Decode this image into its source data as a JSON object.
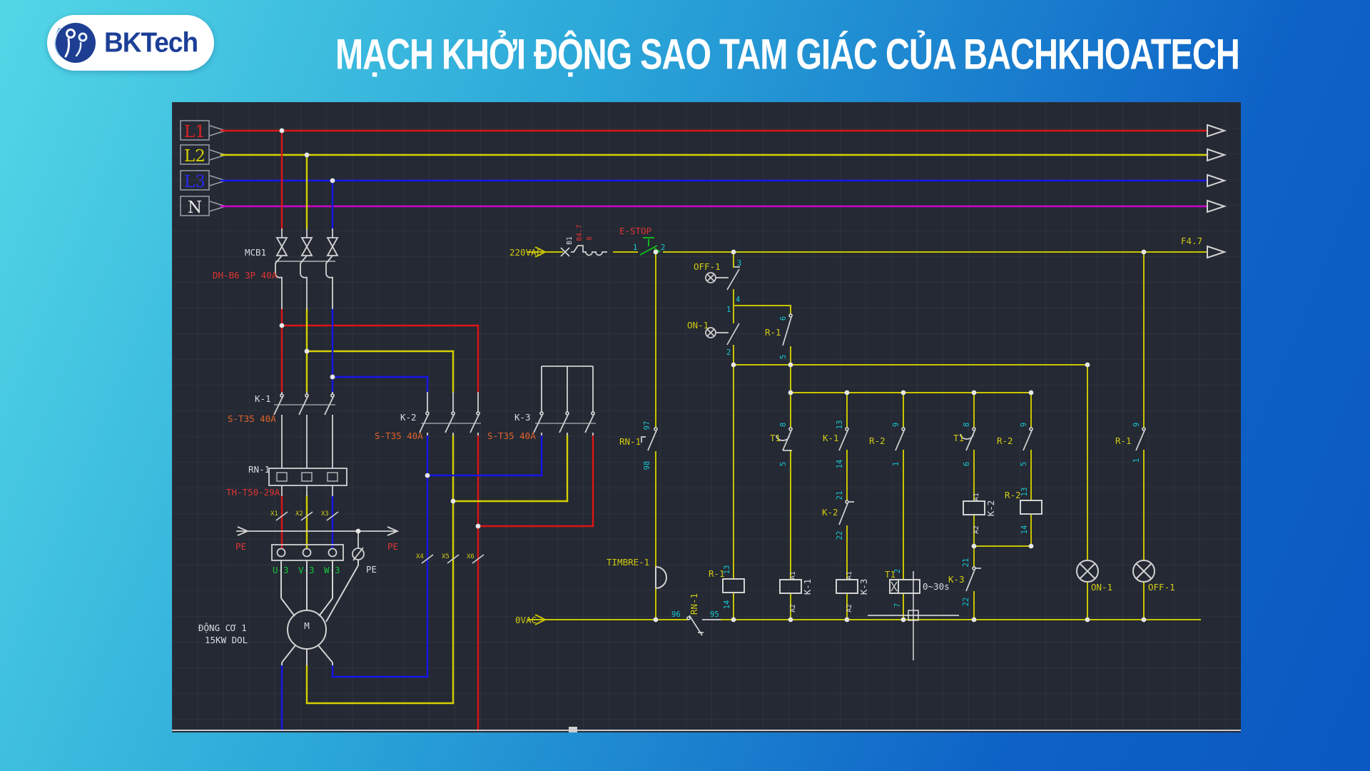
{
  "header": {
    "logo": "BKTech",
    "title": "MẠCH KHỞI ĐỘNG SAO TAM GIÁC CỦA BACHKHOATECH"
  },
  "colors": {
    "phase_l1": "#dd1414",
    "phase_l2": "#d6d000",
    "phase_l3": "#1616e8",
    "neutral": "#cc00cc",
    "control": "#c9c400",
    "white_wire": "#d2d2d2",
    "pin_cyan": "#17c8d2",
    "estop_green": "#14b41e",
    "canvas_bg": "#242933"
  },
  "src": {
    "l1": "L1",
    "l2": "L2",
    "l3": "L3",
    "n": "N"
  },
  "dev": {
    "v220": "220VAC",
    "v0": "0VAC",
    "f47": "F4.7",
    "mcb": "MCB1",
    "mcbType": "DH-B6 3P 40A",
    "k1": "K-1",
    "k2": "K-2",
    "k3": "K-3",
    "kType": "S-T35 40A",
    "rn1": "RN-1",
    "rn1Type": "TH-T50-29A",
    "estop": "E-STOP",
    "off1": "OFF-1",
    "on1": "ON-1",
    "r1": "R-1",
    "r2": "R-2",
    "t1": "T1",
    "timerRange": "0~30s",
    "timbre": "TIMBRE-1",
    "fuseName": "B1",
    "fuseType": "B4.7",
    "fuseAmp": "8",
    "pe": "PE",
    "u3": "U-3",
    "v3": "V-3",
    "w3": "W-3",
    "x1": "X1",
    "x2": "X2",
    "x3": "X3",
    "x4": "X4",
    "x5": "X5",
    "x6": "X6",
    "motorName": "ĐỘNG CƠ 1",
    "motorRating": "15KW DOL",
    "motorSymbol": "M"
  },
  "pin": {
    "n1": "1",
    "n2": "2",
    "n3": "3",
    "n4": "4",
    "n5": "5",
    "n6": "6",
    "n7": "7",
    "n8": "8",
    "n9": "9",
    "n13": "13",
    "n14": "14",
    "n21": "21",
    "n22": "22",
    "n95": "95",
    "n96": "96",
    "n97": "97",
    "n98": "98",
    "a1": "A1",
    "a2": "A2"
  }
}
